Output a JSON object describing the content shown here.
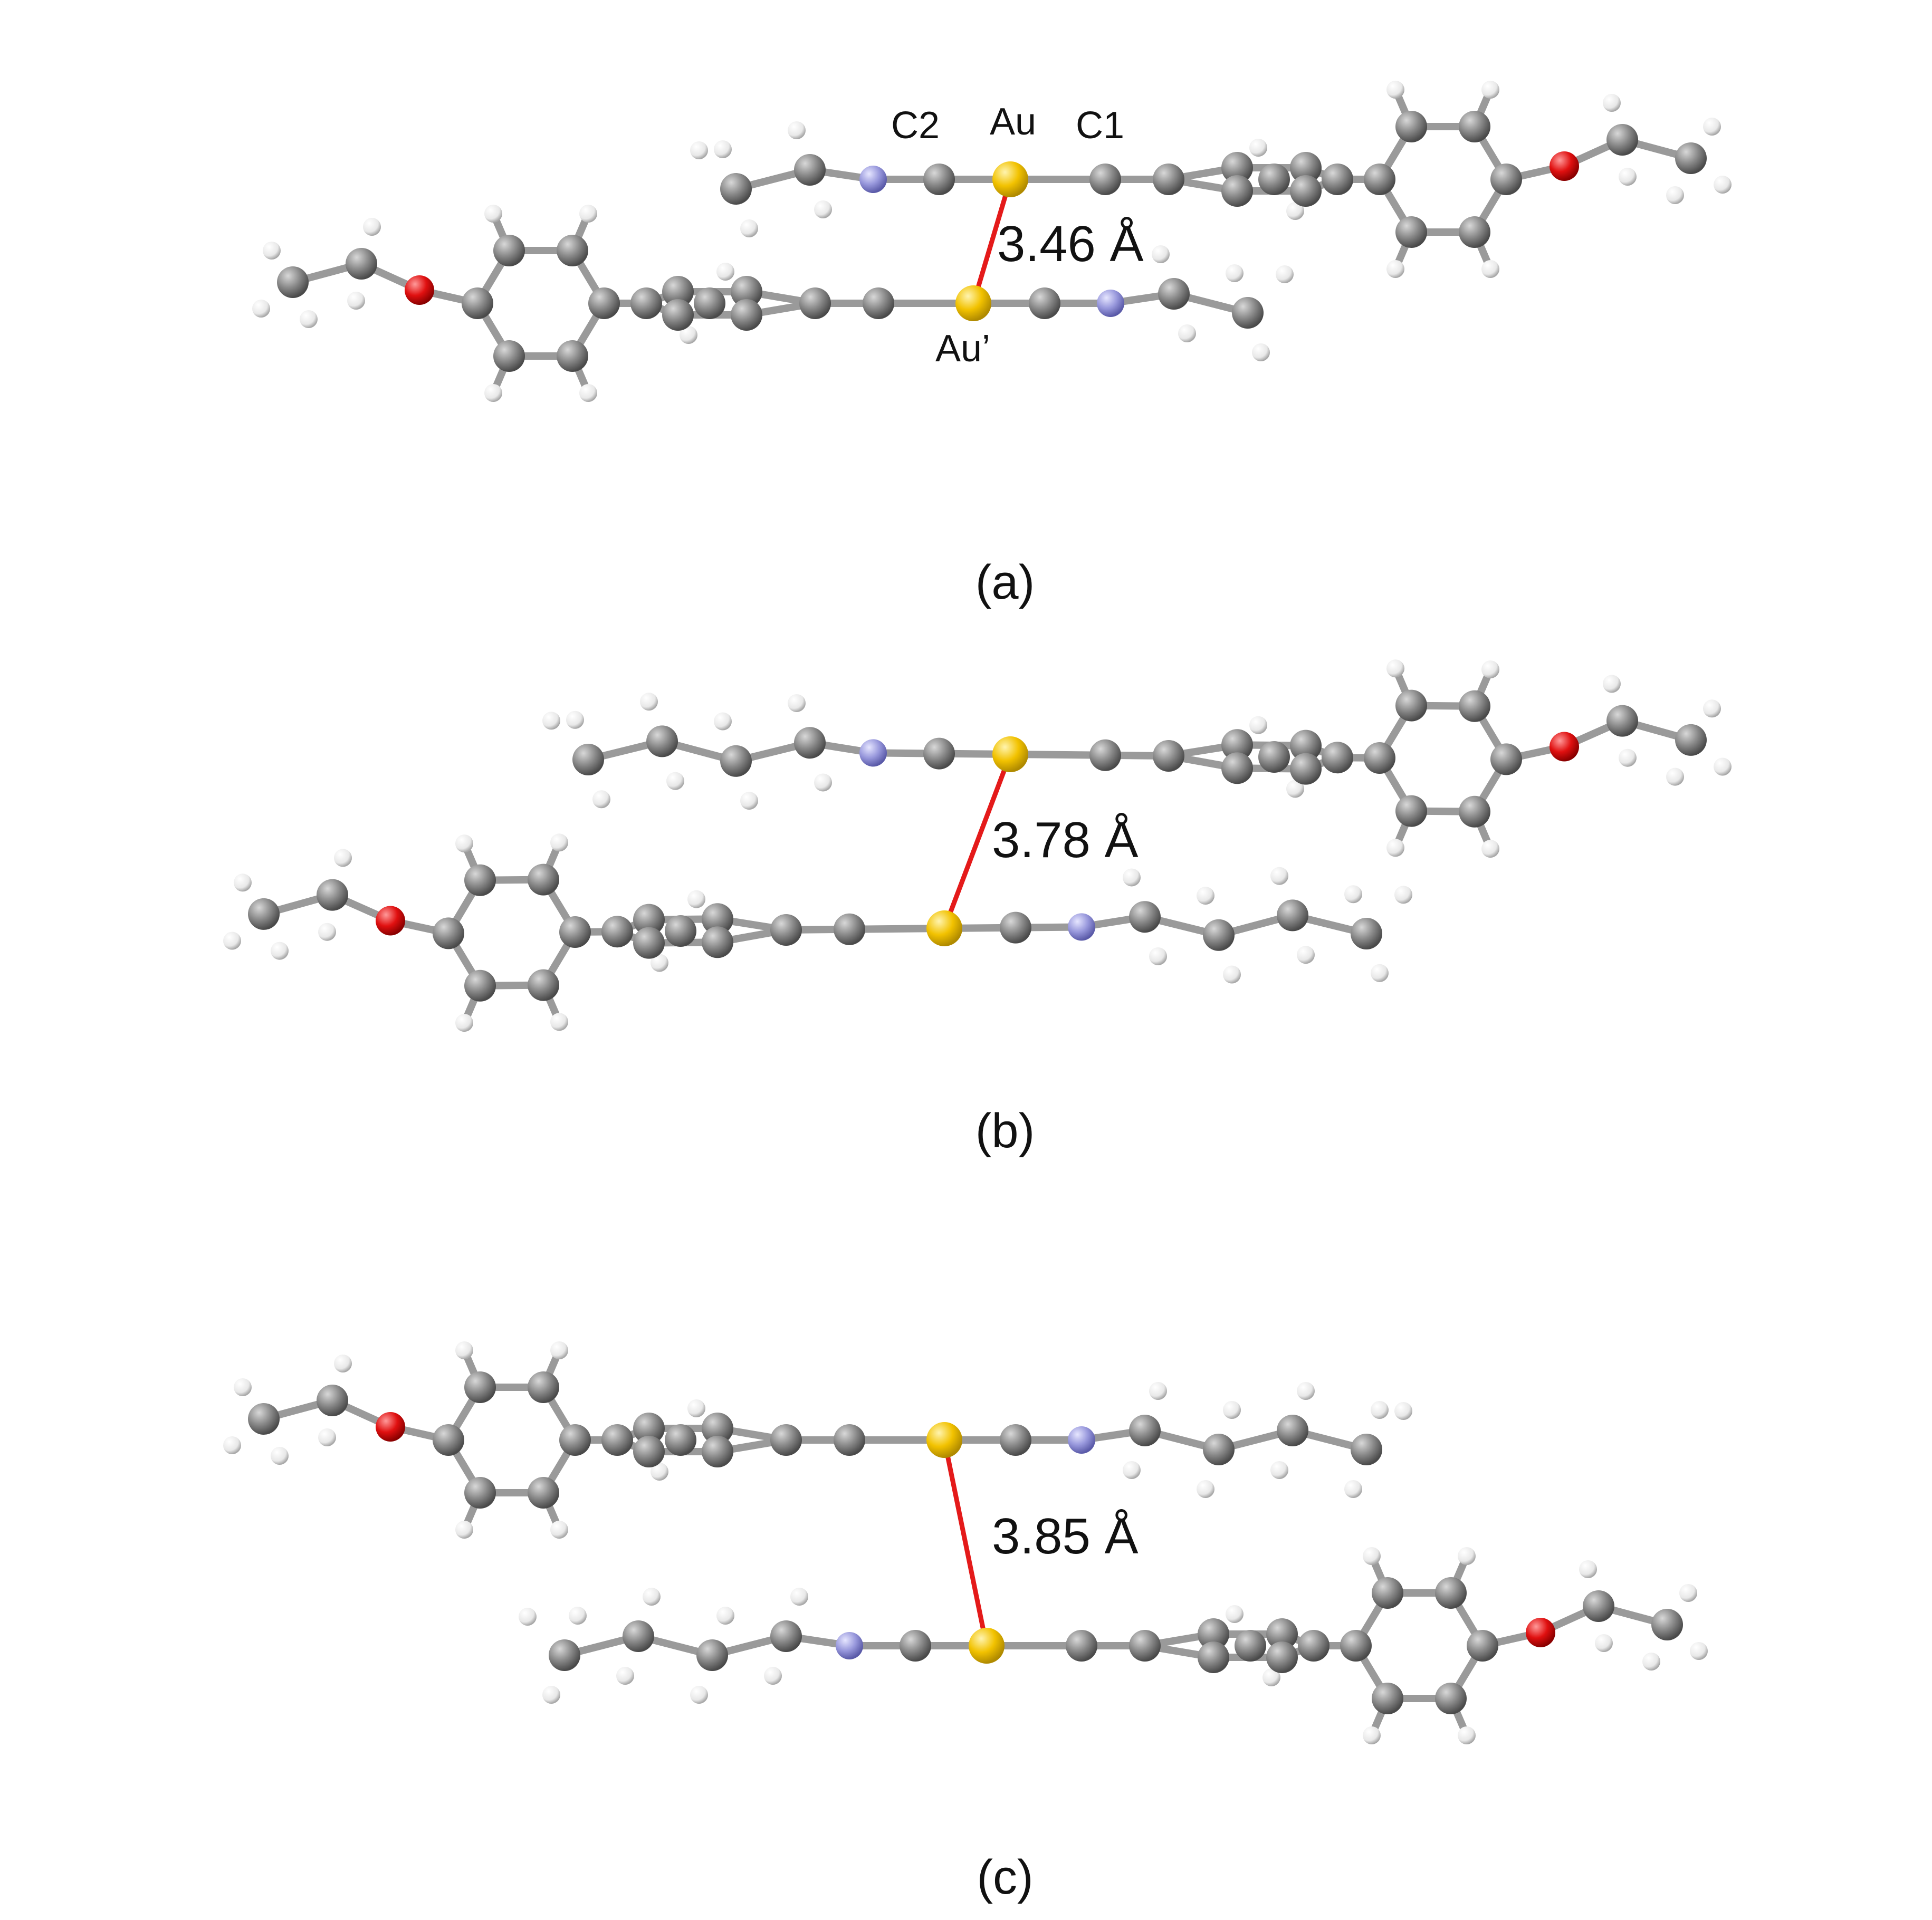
{
  "figure": {
    "panels": [
      {
        "caption": "(a)",
        "distance_label": "3.46 Å",
        "atom_labels": {
          "c2": "C2",
          "au": "Au",
          "c1": "C1",
          "au_prime": "Au’"
        }
      },
      {
        "caption": "(b)",
        "distance_label": "3.78 Å"
      },
      {
        "caption": "(c)",
        "distance_label": "3.85 Å"
      }
    ]
  },
  "colors": {
    "carbon": "#808080",
    "hydrogen": "#ececec",
    "nitrogen": "#9898dc",
    "oxygen": "#e01010",
    "gold": "#f2c200",
    "bond": "#9a9a9a",
    "aurophilic_contact": "#e41a1a"
  }
}
